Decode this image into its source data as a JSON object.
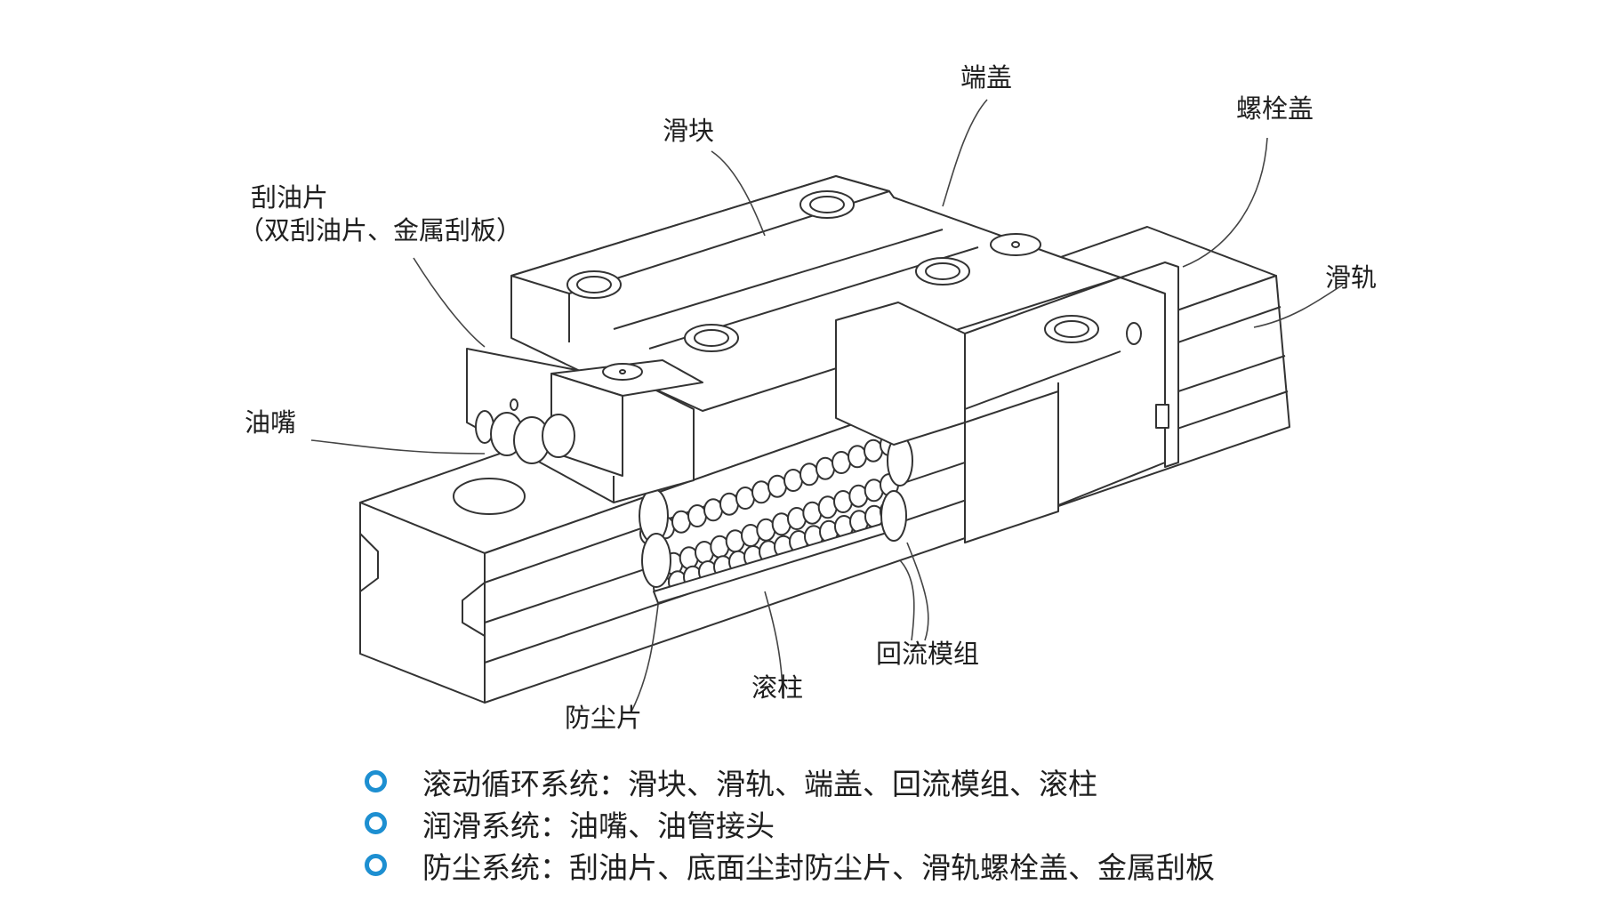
{
  "labels": {
    "end_cap": "端盖",
    "bolt_cap": "螺栓盖",
    "slider": "滑块",
    "scraper_line1": "刮油片",
    "scraper_line2": "（双刮油片、金属刮板）",
    "rail": "滑轨",
    "grease_nipple": "油嘴",
    "return_module": "回流模组",
    "roller": "滚柱",
    "dust_strip": "防尘片"
  },
  "legend": [
    {
      "text": "滚动循环系统：滑块、滑轨、端盖、回流模组、滚柱"
    },
    {
      "text": "润滑系统：油嘴、油管接头"
    },
    {
      "text": "防尘系统：刮油片、底面尘封防尘片、滑轨螺栓盖、金属刮板"
    }
  ],
  "colors": {
    "bullet": "#1d8fd1",
    "line": "#333333"
  }
}
